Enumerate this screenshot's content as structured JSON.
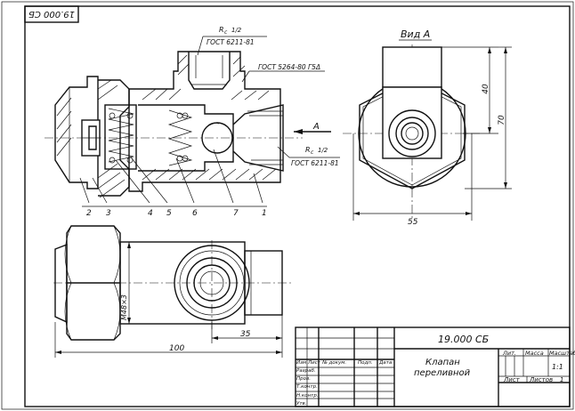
{
  "drawing": {
    "designation": "19.000 СБ",
    "designation_rotated": "19.000 СБ",
    "title_line1": "Клапан",
    "title_line2": "переливной",
    "view_label": "Вид А",
    "view_arrow_letter": "А",
    "thread_top_label": "R",
    "thread_sub": "c",
    "thread_size": "1/2",
    "thread_top_standard": "ГОСТ 6211-81",
    "thread_right_label": "R",
    "thread_right_sub": "c",
    "thread_right_size": "1/2",
    "thread_right_standard": "ГОСТ 6211-81",
    "fit_standard": "ГОСТ 5264-80 Г5Δ",
    "part_numbers": [
      "2",
      "3",
      "4",
      "5",
      "6",
      "7",
      "1"
    ],
    "dim_40": "40",
    "dim_70": "70",
    "dim_55": "55",
    "dim_100": "100",
    "dim_35": "35",
    "dim_thread": "M48×3"
  },
  "title_block": {
    "header_cols": [
      "Изм",
      "Лист",
      "№ докум.",
      "Подп.",
      "Дата"
    ],
    "rows": [
      "Разраб.",
      "Пров.",
      "Т.контр.",
      "Н.контр.",
      "Утв."
    ],
    "lit_label": "Лит.",
    "mass_label": "Масса",
    "scale_label": "Масштаб",
    "scale_value": "1:1",
    "sheet_label": "Лист",
    "sheets_label": "Листов",
    "sheets_value": "1"
  }
}
